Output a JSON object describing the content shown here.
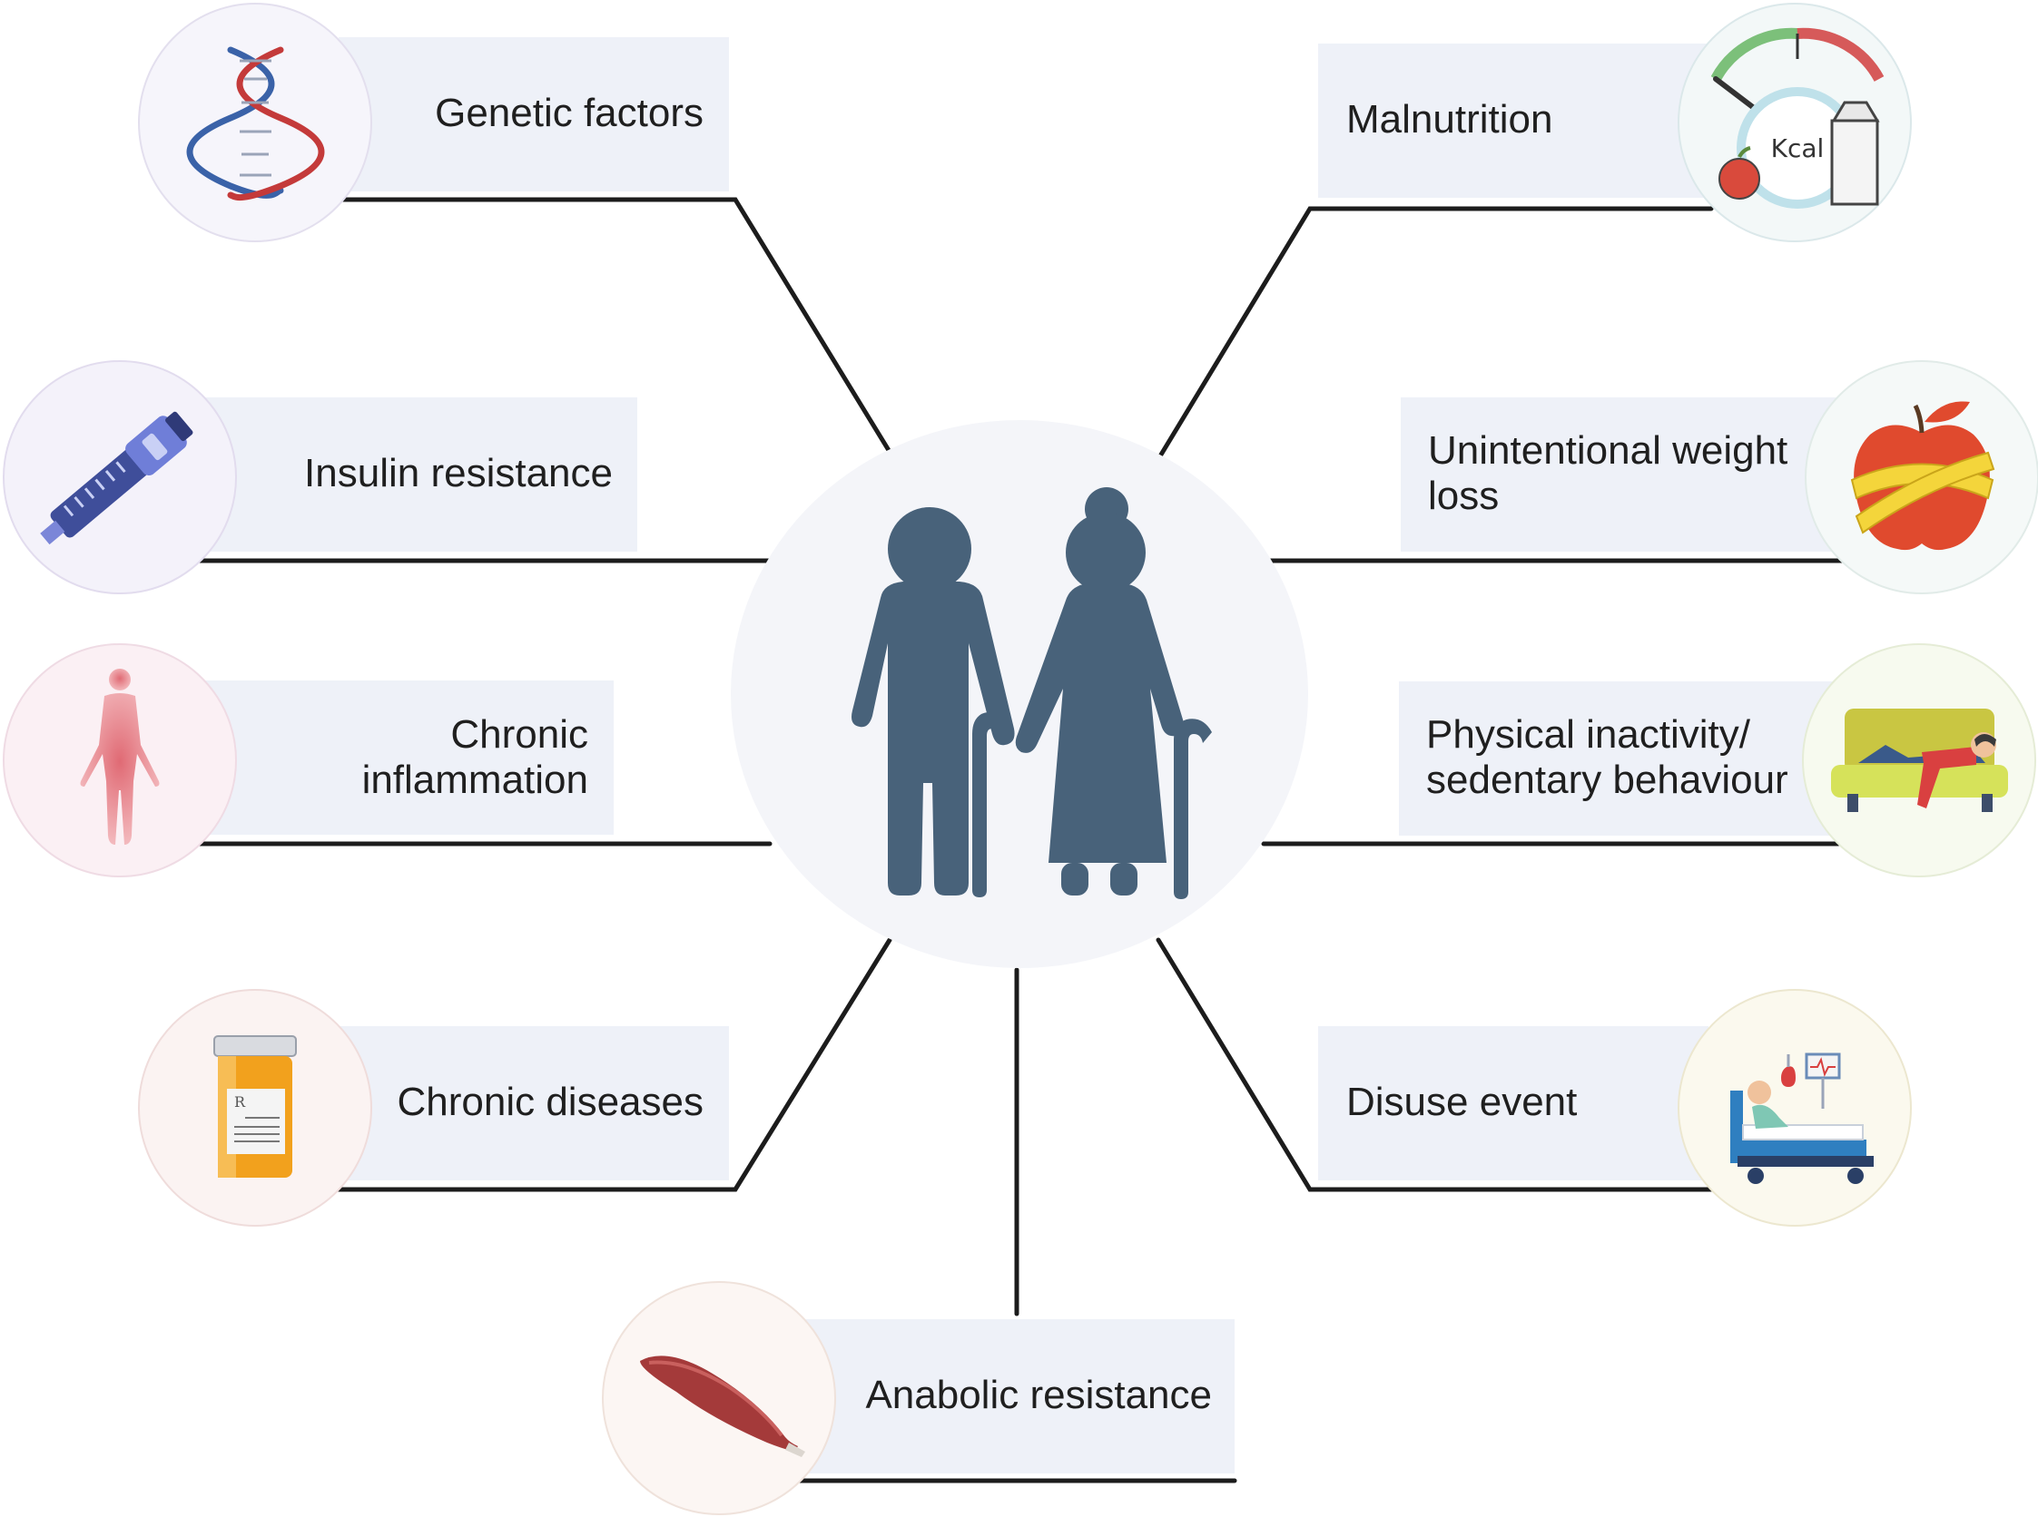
{
  "factors": {
    "genetic": {
      "label": "Genetic factors",
      "icon": "dna-icon"
    },
    "insulin": {
      "label": "Insulin resistance",
      "icon": "insulin-pen-icon"
    },
    "inflammation": {
      "label": "Chronic\ninflammation",
      "icon": "human-body-icon"
    },
    "diseases": {
      "label": "Chronic diseases",
      "icon": "pill-bottle-icon"
    },
    "anabolic": {
      "label": "Anabolic resistance",
      "icon": "muscle-icon"
    },
    "malnutrition": {
      "label": "Malnutrition",
      "icon": "kcal-scale-icon",
      "kcal_text": "Kcal"
    },
    "weight_loss": {
      "label": "Unintentional weight\nloss",
      "icon": "apple-measuring-tape-icon"
    },
    "inactivity": {
      "label": "Physical inactivity/\nsedentary behaviour",
      "icon": "couch-person-icon"
    },
    "disuse": {
      "label": "Disuse event",
      "icon": "hospital-bed-icon"
    }
  },
  "center": {
    "icon": "elderly-couple-icon"
  },
  "colors": {
    "panel": "#eef1f8",
    "figure": "#48627a",
    "line": "#1c1c1c",
    "text": "#1f1f1f"
  }
}
